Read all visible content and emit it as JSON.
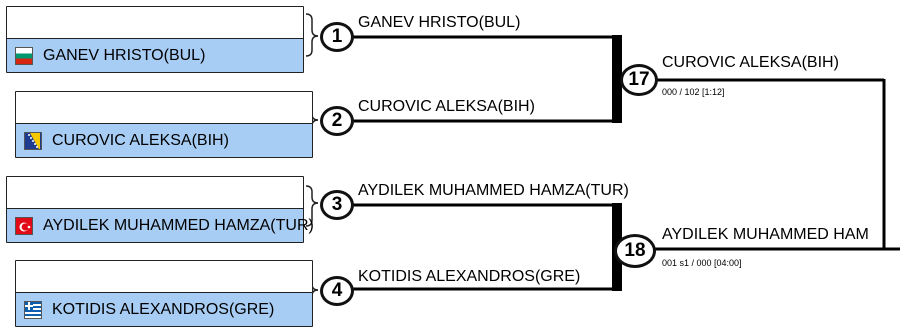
{
  "players": [
    {
      "name": "GANEV HRISTO(BUL)",
      "flag": "flag-bulgaria-icon"
    },
    {
      "name": "CUROVIC ALEKSA(BIH)",
      "flag": "flag-bosnia-icon"
    },
    {
      "name": "AYDILEK MUHAMMED HAMZA(TUR)",
      "flag": "flag-turkey-icon"
    },
    {
      "name": "KOTIDIS ALEXANDROS(GRE)",
      "flag": "flag-greece-icon"
    }
  ],
  "round1": [
    {
      "number": "1",
      "winner": "GANEV HRISTO(BUL)"
    },
    {
      "number": "2",
      "winner": "CUROVIC ALEKSA(BIH)"
    },
    {
      "number": "3",
      "winner": "AYDILEK MUHAMMED HAMZA(TUR)"
    },
    {
      "number": "4",
      "winner": "KOTIDIS ALEXANDROS(GRE)"
    }
  ],
  "round2": [
    {
      "number": "17",
      "winner": "CUROVIC ALEKSA(BIH)",
      "score": "000 / 102 [1:12]"
    },
    {
      "number": "18",
      "winner": "AYDILEK MUHAMMED HAM",
      "score": "001 s1 / 000 [04:00]"
    }
  ],
  "colors": {
    "box_fill": "#a8cdf5",
    "line": "#000000"
  }
}
